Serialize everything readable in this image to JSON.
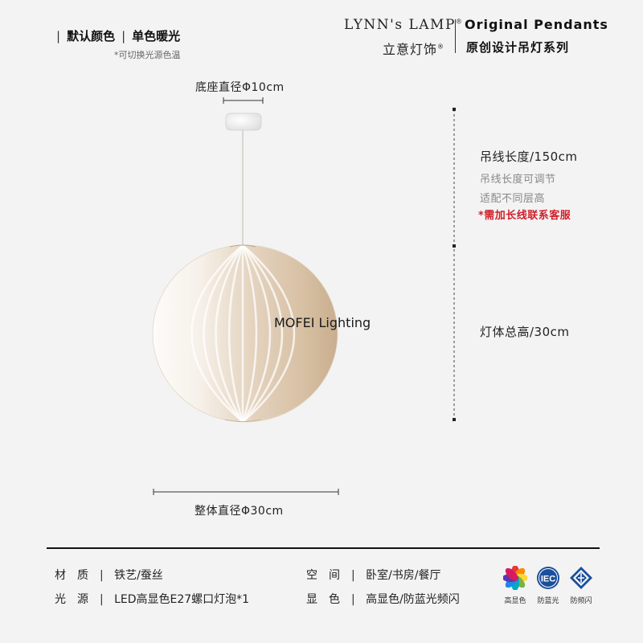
{
  "header": {
    "default_color_label": "默认颜色",
    "color_value": "单色暖光",
    "switch_note": "*可切换光源色温",
    "brand_en": "LYNN's LAMP",
    "brand_en_mark": "®",
    "brand_cn": "立意灯饰",
    "brand_cn_mark": "®",
    "series_en": "Original Pendants",
    "series_cn": "原创设计吊灯系列",
    "separator": "|"
  },
  "dimensions": {
    "base_diameter": "底座直径Φ10cm",
    "overall_diameter": "整体直径Φ30cm",
    "cord_length": "吊线长度/150cm",
    "cord_adjustable": "吊线长度可调节",
    "cord_fit": "适配不同层高",
    "cord_note": "*需加长线联系客服",
    "total_height": "灯体总高/30cm"
  },
  "watermark": "MOFEI Lighting",
  "specs": {
    "material_label": "材质",
    "material_value": "铁艺/蚕丝",
    "light_label": "光源",
    "light_value": "LED高显色E27螺口灯泡*1",
    "space_label": "空间",
    "space_value": "卧室/书房/餐厅",
    "render_label": "显色",
    "render_value": "高显色/防蓝光频闪",
    "separator": "|"
  },
  "badges": [
    {
      "icon": "color-wheel-icon",
      "caption": "高显色"
    },
    {
      "icon": "iec-icon",
      "text": "IEC",
      "caption": "防蓝光"
    },
    {
      "icon": "diamond-certification-icon",
      "caption": "防频闪"
    }
  ],
  "colors": {
    "accent_red": "#d0202a",
    "iec_blue": "#1b4f9c",
    "shade_light": "#fbf8f3",
    "shade_warm": "#d9c3a7"
  }
}
